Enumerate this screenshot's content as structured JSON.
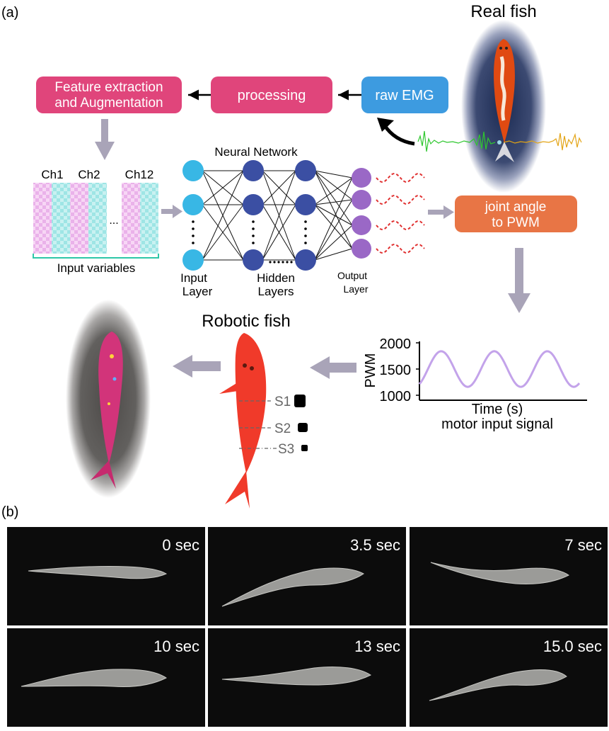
{
  "panel_a": {
    "label": "(a)",
    "real_fish_title": "Real fish",
    "boxes": {
      "feature": [
        "Feature extraction",
        "and Augmentation"
      ],
      "processing": "processing",
      "raw_emg": "raw EMG",
      "joint": [
        "joint angle",
        "to PWM"
      ]
    },
    "channels": [
      "Ch1",
      "Ch2",
      "Ch12"
    ],
    "ellipsis": "...",
    "input_variables": "Input variables",
    "nn_title": "Neural Network",
    "layers": {
      "input": [
        "Input",
        "Layer"
      ],
      "hidden": [
        "Hidden",
        "Layers"
      ],
      "output": [
        "Output",
        "Layer"
      ]
    },
    "robotic_fish_title": "Robotic fish",
    "servos": [
      "S1",
      "S2",
      "S3"
    ],
    "pwm_plot": {
      "ylabel": "PWM",
      "yticks": [
        "2000",
        "1500",
        "1000"
      ],
      "xlabel": "Time (s)",
      "caption": "motor input signal"
    }
  },
  "panel_b": {
    "label": "(b)",
    "frames": [
      "0 sec",
      "3.5 sec",
      "7 sec",
      "10 sec",
      "13 sec",
      "15.0 sec"
    ]
  },
  "colors": {
    "pink_box": "#e0457b",
    "blue_box": "#3d9be0",
    "orange_box": "#e87545",
    "input_node": "#38b7e5",
    "hidden_node": "#3b4fa3",
    "output_node": "#9a68c6",
    "arrow_gray": "#a9a4b8",
    "wave_red": "#e03030",
    "pwm_curve": "#c3a3ea",
    "emg_green": "#2ec72e",
    "emg_yellow": "#e3a415",
    "robot_red": "#f03a2a"
  }
}
